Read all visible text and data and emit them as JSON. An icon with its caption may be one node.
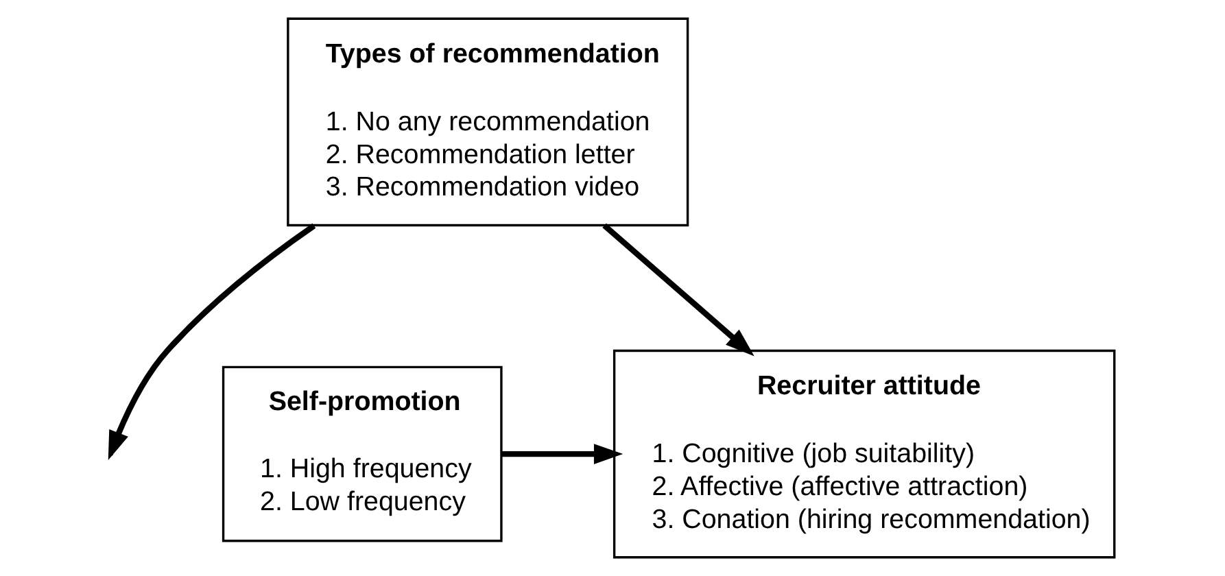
{
  "diagram": {
    "nodes": [
      {
        "text": [
          "Types of recommendation",
          "1. No any recommendation",
          "2. Recommendation letter",
          "3. Recommendation video"
        ]
      },
      {
        "text": [
          "Self-promotion",
          "1. High frequency",
          "2. Low frequency"
        ]
      },
      {
        "text": [
          "Recruiter attitude",
          "1. Cognitive (job suitability)",
          "2. Affective (affective attraction)",
          "3. Conation (hiring recommendation)"
        ]
      }
    ],
    "edges": [
      {
        "from": 0,
        "to": 2,
        "arrow": "to"
      },
      {
        "from": 1,
        "to": 2,
        "arrow": "to"
      },
      {
        "from": 0,
        "to": null,
        "arrow": "to"
      }
    ]
  }
}
